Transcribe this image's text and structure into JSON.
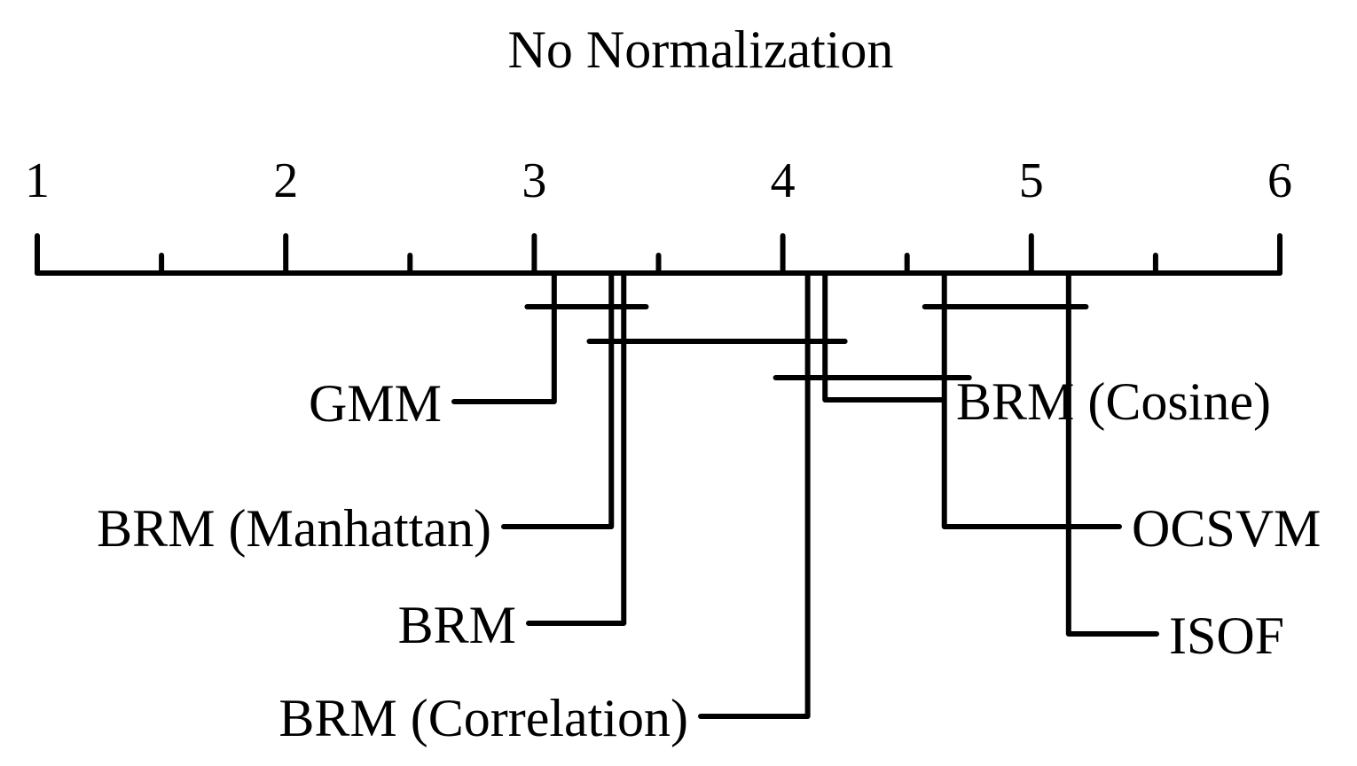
{
  "chart_data": {
    "type": "critical-difference",
    "title": "No Normalization",
    "axis": {
      "range": [
        1,
        6
      ],
      "major_ticks": [
        1,
        2,
        3,
        4,
        5,
        6
      ],
      "tick_labels": [
        "1",
        "2",
        "3",
        "4",
        "5",
        "6"
      ],
      "minor_ticks": [
        1.5,
        2.5,
        3.5,
        4.5,
        5.5
      ]
    },
    "methods": [
      {
        "name": "GMM",
        "rank": 3.08,
        "side": "left"
      },
      {
        "name": "BRM (Manhattan)",
        "rank": 3.31,
        "side": "left"
      },
      {
        "name": "BRM",
        "rank": 3.36,
        "side": "left"
      },
      {
        "name": "BRM (Correlation)",
        "rank": 4.1,
        "side": "left"
      },
      {
        "name": "BRM (Cosine)",
        "rank": 4.17,
        "side": "right"
      },
      {
        "name": "OCSVM",
        "rank": 4.65,
        "side": "right"
      },
      {
        "name": "ISOF",
        "rank": 5.15,
        "side": "right"
      }
    ],
    "cliques": [
      {
        "from": 3.0,
        "to": 3.45
      },
      {
        "from": 3.25,
        "to": 4.25
      },
      {
        "from": 4.0,
        "to": 4.75
      },
      {
        "from": 4.6,
        "to": 5.22
      }
    ],
    "colors": {
      "ink": "#000000",
      "background": "#ffffff"
    }
  }
}
